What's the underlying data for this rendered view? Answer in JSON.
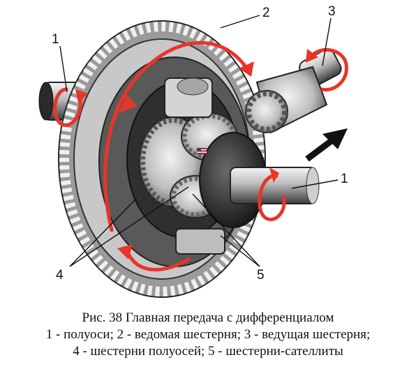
{
  "figure": {
    "callouts": {
      "axle_left": "1",
      "driven_gear": "2",
      "drive_gear": "3",
      "axle_right": "1",
      "side_gears": "4",
      "satellites": "5"
    },
    "colors": {
      "arrow_red": "#e8352a",
      "metal_dark": "#2b2b2b",
      "metal_mid": "#8a8a8a",
      "metal_light": "#d9d9d9",
      "direction_arrow": "#111111"
    },
    "icons": [
      "us-flag-icon",
      "direction-arrow-icon"
    ]
  },
  "caption": {
    "line1": "Рис. 38 Главная передача с дифференциалом",
    "line2": "1 - полуоси; 2 - ведомая шестерня; 3 - ведущая шестерня;",
    "line3": "4 - шестерни полуосей; 5 - шестерни-сателлиты"
  }
}
